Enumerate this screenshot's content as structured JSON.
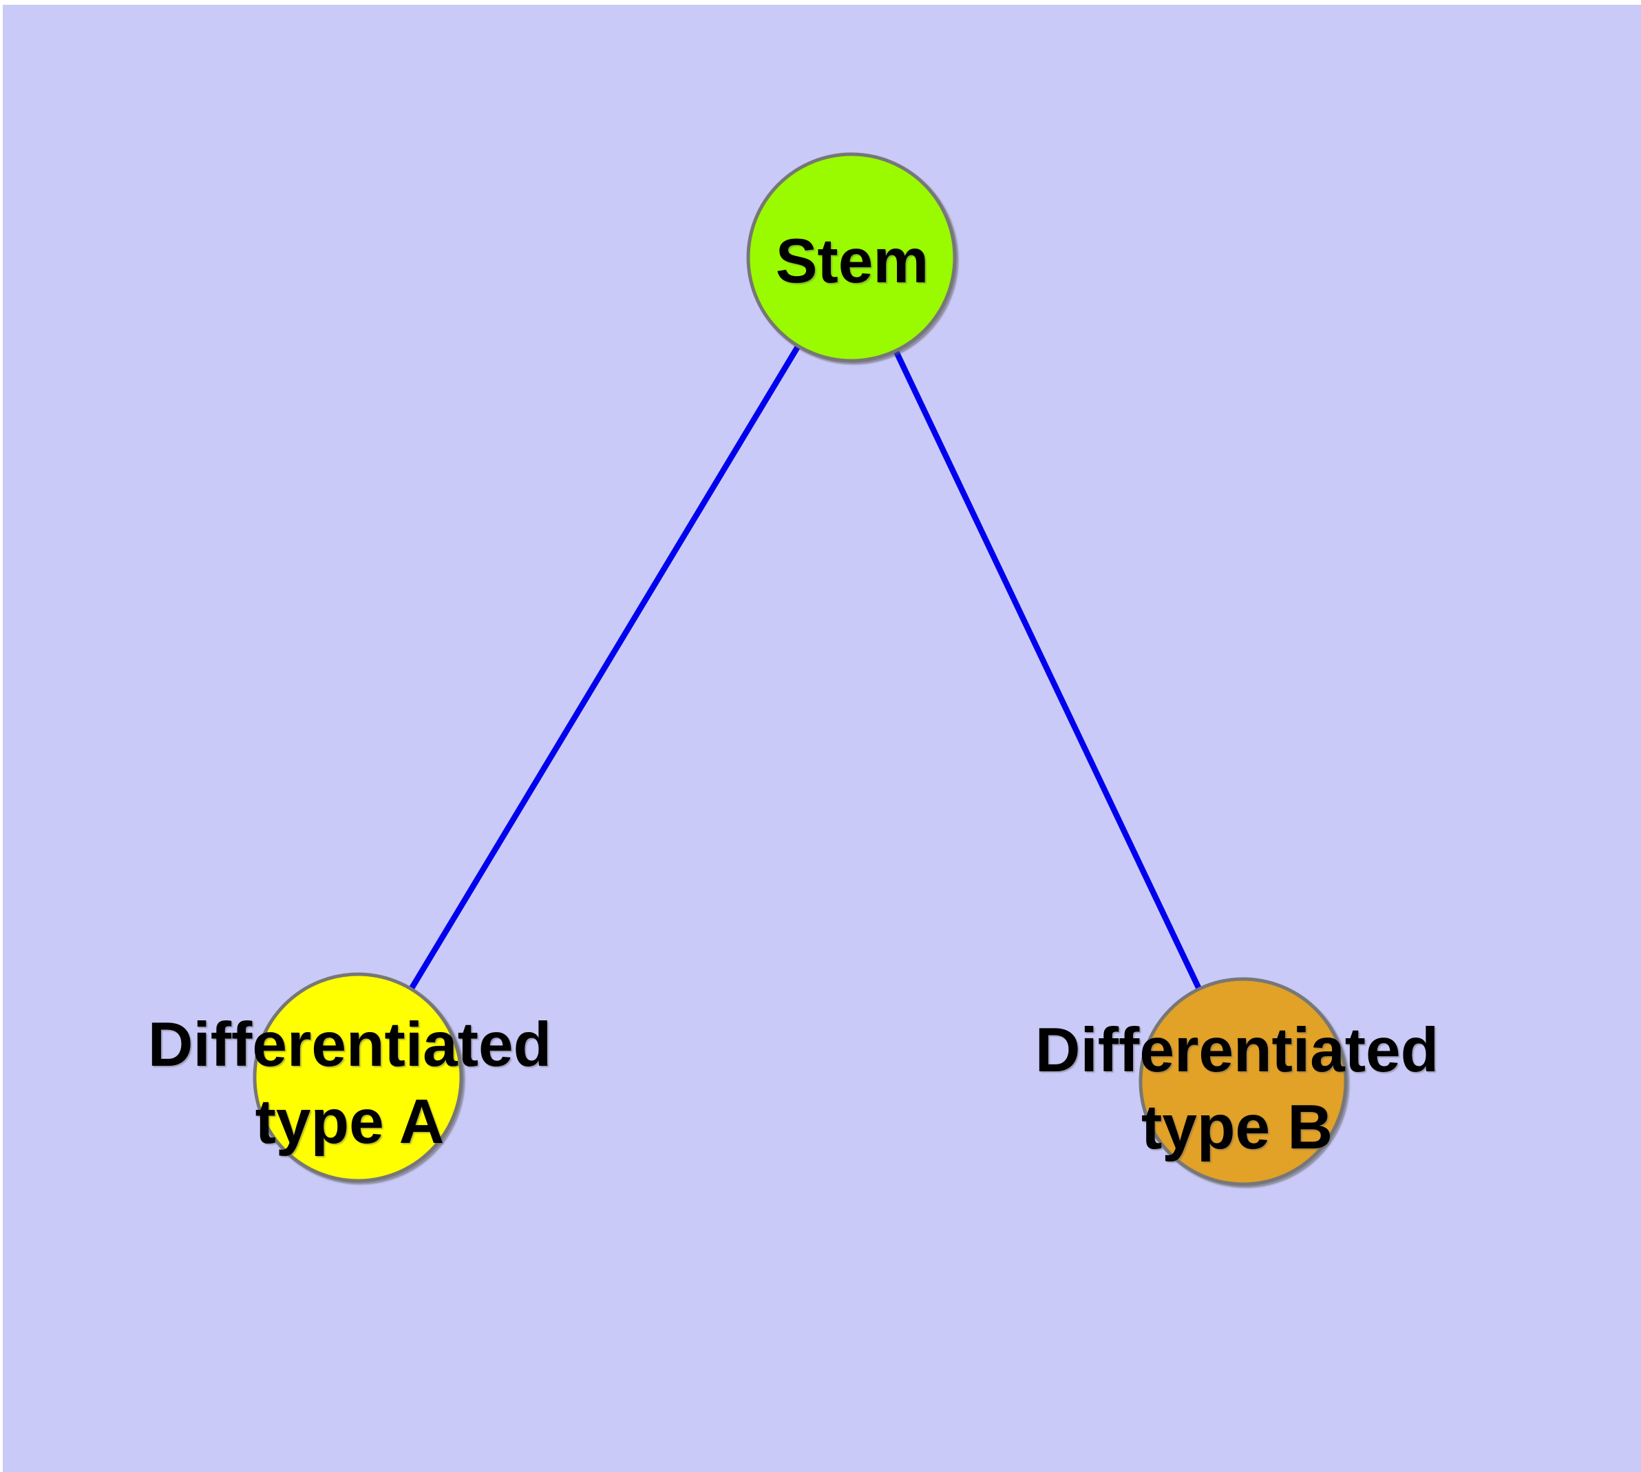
{
  "canvas": {
    "background": "#CACAF8",
    "margin_color": "#FFFFFF"
  },
  "style": {
    "edge_color": "#0000EE",
    "node_border_color": "#777777",
    "label_color": "#000000"
  },
  "nodes": {
    "stem": {
      "label": "Stem",
      "fill": "#9AFA00"
    },
    "type_a": {
      "label_line1": "Differentiated",
      "label_line2": "type A",
      "fill": "#FFFF00"
    },
    "type_b": {
      "label_line1": "Differentiated",
      "label_line2": "type B",
      "fill": "#E2A127"
    }
  },
  "edges": [
    {
      "from": "stem",
      "to": "type_a"
    },
    {
      "from": "stem",
      "to": "type_b"
    }
  ]
}
